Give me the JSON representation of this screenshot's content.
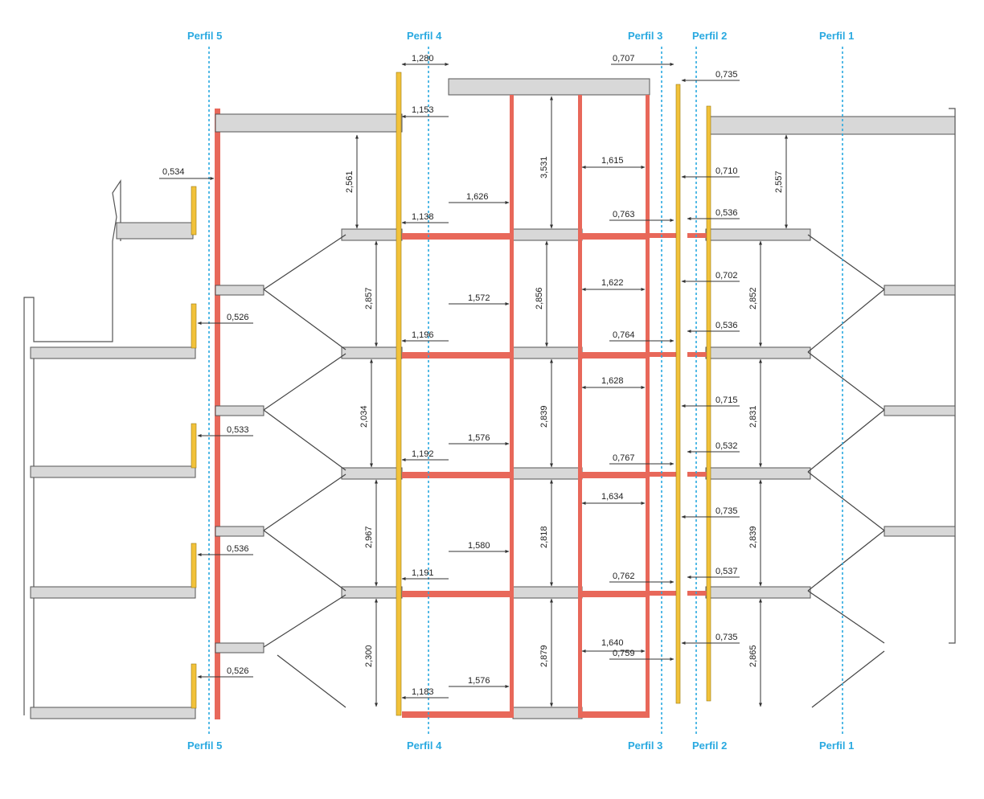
{
  "profiles": [
    "Perfil 5",
    "Perfil 4",
    "Perfil 3",
    "Perfil 2",
    "Perfil 1"
  ],
  "dimensions": {
    "p5_offsets": [
      "0,534",
      "0,526",
      "0,533",
      "0,536",
      "0,526"
    ],
    "p4_top": [
      "1,280",
      "1,153"
    ],
    "p4_offsets": [
      "1,138",
      "1,196",
      "1,192",
      "1,191",
      "1,183"
    ],
    "p4_spans": [
      "1,626",
      "1,572",
      "1,576",
      "1,580",
      "1,576"
    ],
    "p3_top": "0,707",
    "p3_offsets": [
      "0,763",
      "0,764",
      "0,767",
      "0,762",
      "0,759"
    ],
    "p3_spans": [
      "1,615",
      "1,622",
      "1,628",
      "1,634",
      "1,640"
    ],
    "p2_top": "0,735",
    "p2_outer": [
      "0,710",
      "0,702",
      "0,715",
      "0,735",
      "0,735"
    ],
    "p2_inner": [
      "0,536",
      "0,536",
      "0,532",
      "0,537"
    ],
    "left_heights": [
      "2,561",
      "2,857",
      "2,034",
      "2,967",
      "2,300"
    ],
    "center_heights": [
      "3,531",
      "2,856",
      "2,839",
      "2,818",
      "2,879"
    ],
    "right_heights": [
      "2,557",
      "2,852",
      "2,831",
      "2,839",
      "2,865"
    ]
  },
  "colors": {
    "profile_line": "#29a9e0",
    "red_element": "#e8685a",
    "yellow_element": "#f2c23a",
    "slab_fill": "#d8d8d8",
    "line": "#333333"
  }
}
